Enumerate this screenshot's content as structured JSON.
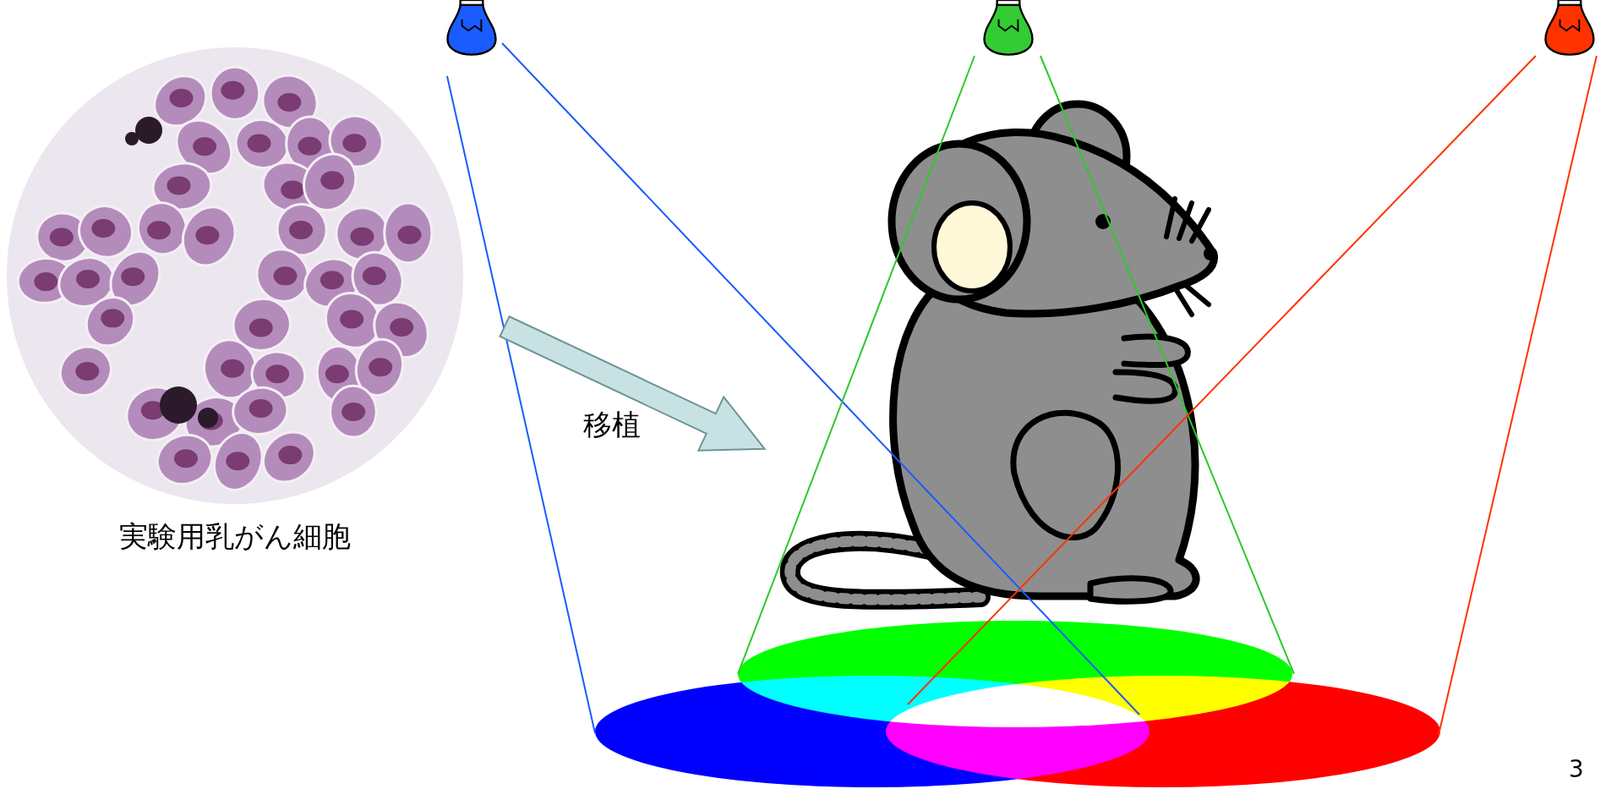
{
  "diagram": {
    "nodes": [
      {
        "text": [
          "実験用乳がん細胞"
        ]
      }
    ],
    "labels": [
      "移植",
      "3"
    ]
  }
}
